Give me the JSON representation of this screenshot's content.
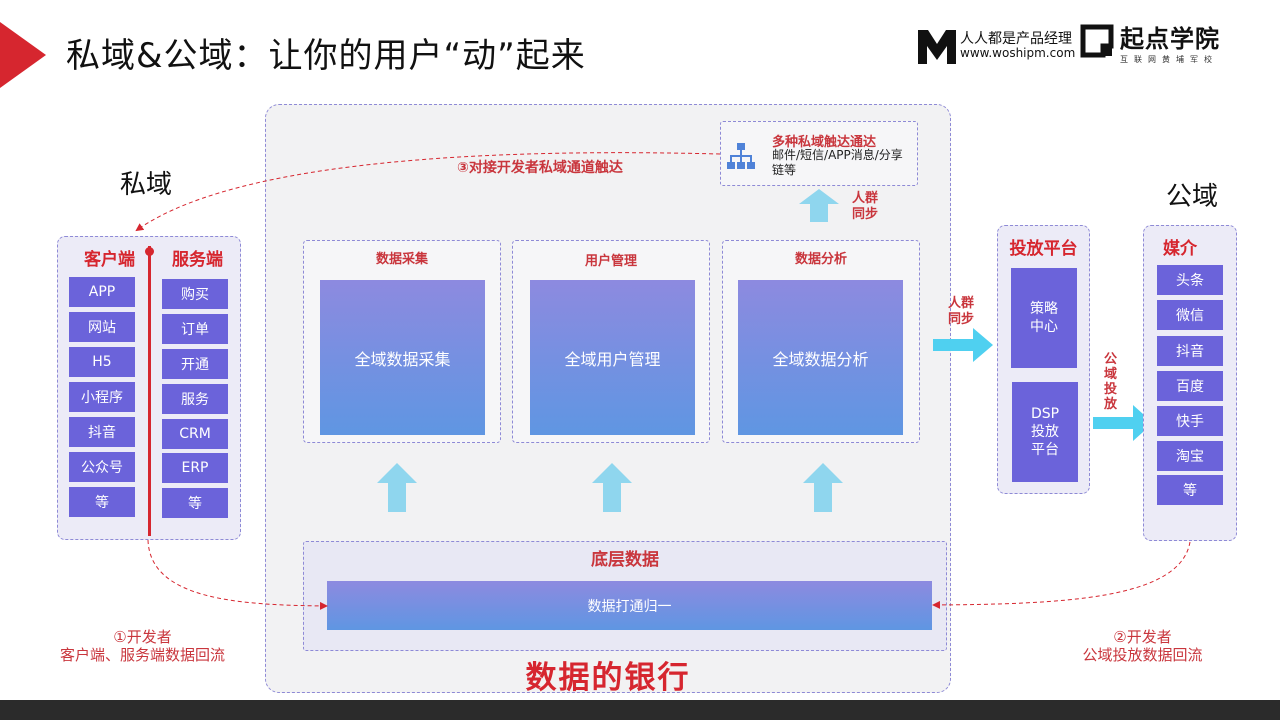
{
  "header": {
    "title": "私域&公域：让你的用户“动”起来",
    "brand_woshipm": {
      "name": "人人都是产品经理",
      "url": "www.woshipm.com"
    },
    "brand_qidian": {
      "name": "起点学院",
      "subtitle": "互联网黄埔军校"
    },
    "accent_color": "#d6262f"
  },
  "private_domain": {
    "label": "私域",
    "client_header": "客户端",
    "server_header": "服务端",
    "client_items": [
      "APP",
      "网站",
      "H5",
      "小程序",
      "抖音",
      "公众号",
      "等"
    ],
    "server_items": [
      "购买",
      "订单",
      "开通",
      "服务",
      "CRM",
      "ERP",
      "等"
    ]
  },
  "data_bank": {
    "title": "数据的银行",
    "modules": [
      {
        "header": "数据采集",
        "box": "全域数据采集"
      },
      {
        "header": "用户管理",
        "box": "全域用户管理"
      },
      {
        "header": "数据分析",
        "box": "全域数据分析"
      }
    ],
    "reach": {
      "title": "多种私域触达通达",
      "description": "邮件/短信/APP消息/分享链等",
      "icon": "hierarchy-icon"
    },
    "audience_sync_top": "人群\n同步",
    "bottom_header": "底层数据",
    "merge_bar": "数据打通归一"
  },
  "platform": {
    "header": "投放平台",
    "strategy_box": "策略\n中心",
    "dsp_box": "DSP\n投放\n平台",
    "sync_label": "人群\n同步"
  },
  "public_domain": {
    "label": "公域",
    "media_header": "媒介",
    "media_items": [
      "头条",
      "微信",
      "抖音",
      "百度",
      "快手",
      "淘宝",
      "等"
    ],
    "public_launch_label": "公\n域\n投\n放"
  },
  "annotations": {
    "step3": "③对接开发者私域通道触达",
    "step1": "①开发者\n客户端、服务端数据回流",
    "step2": "②开发者\n公域投放数据回流"
  },
  "colors": {
    "accent_red": "#d6262f",
    "item_purple": "#6b63da",
    "arrow_cyan": "#8fd6ee",
    "sync_arrow": "#4fd0f0"
  }
}
